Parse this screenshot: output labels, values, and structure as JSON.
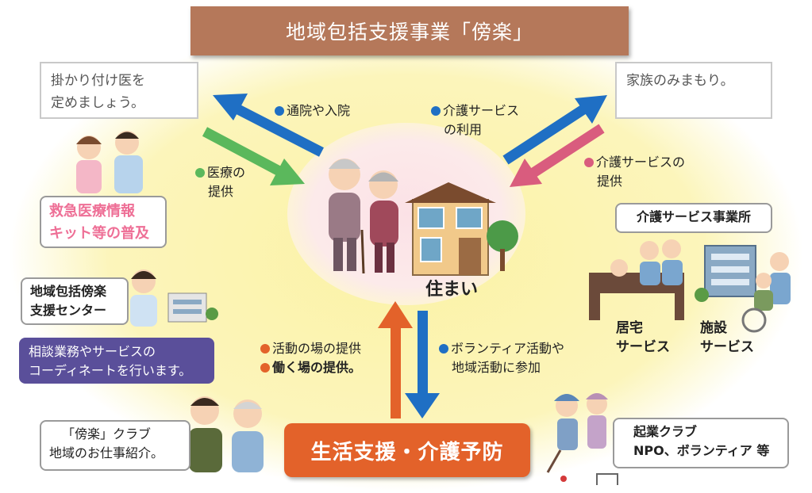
{
  "title": "地域包括支援事業「傍楽」",
  "top_left_note": [
    "掛かり付け医を",
    "定めましょう。"
  ],
  "top_right_note": "家族のみまもり。",
  "arrows": {
    "visit_hospital": "通院や入院",
    "use_care_service": [
      "介護サービス",
      "の利用"
    ],
    "medical_care": [
      "医療の",
      "提供"
    ],
    "provide_care_service": [
      "介護サービスの",
      "提供"
    ],
    "activity_place": "活動の場の提供",
    "work_place": "働く場の提供。",
    "volunteer": [
      "ボランティア活動や",
      "地域活動に参加"
    ]
  },
  "emergency_box": [
    "救急医療情報",
    "キット等の普及"
  ],
  "center_box": [
    "地域包括傍楽",
    "支援センター"
  ],
  "consult_box": [
    "相談業務やサービスの",
    "コーディネートを行います。"
  ],
  "care_office": "介護サービス事業所",
  "home_service": [
    "居宅",
    "サービス"
  ],
  "facility_service": [
    "施設",
    "サービス"
  ],
  "home_label": "住まい",
  "bottom_banner": "生活支援・介護予防",
  "club_box": [
    "「傍楽」クラブ",
    "地域のお仕事紹介。"
  ],
  "startup_box": [
    "起業クラブ",
    "NPO、ボランティア 等"
  ],
  "colors": {
    "blue": "#1f6fc4",
    "green": "#5bb85c",
    "pink": "#d95c7e",
    "orange": "#e3622a",
    "brown": "#b5785a",
    "purple": "#5a4f9a",
    "glow": "#fbf2a5"
  }
}
